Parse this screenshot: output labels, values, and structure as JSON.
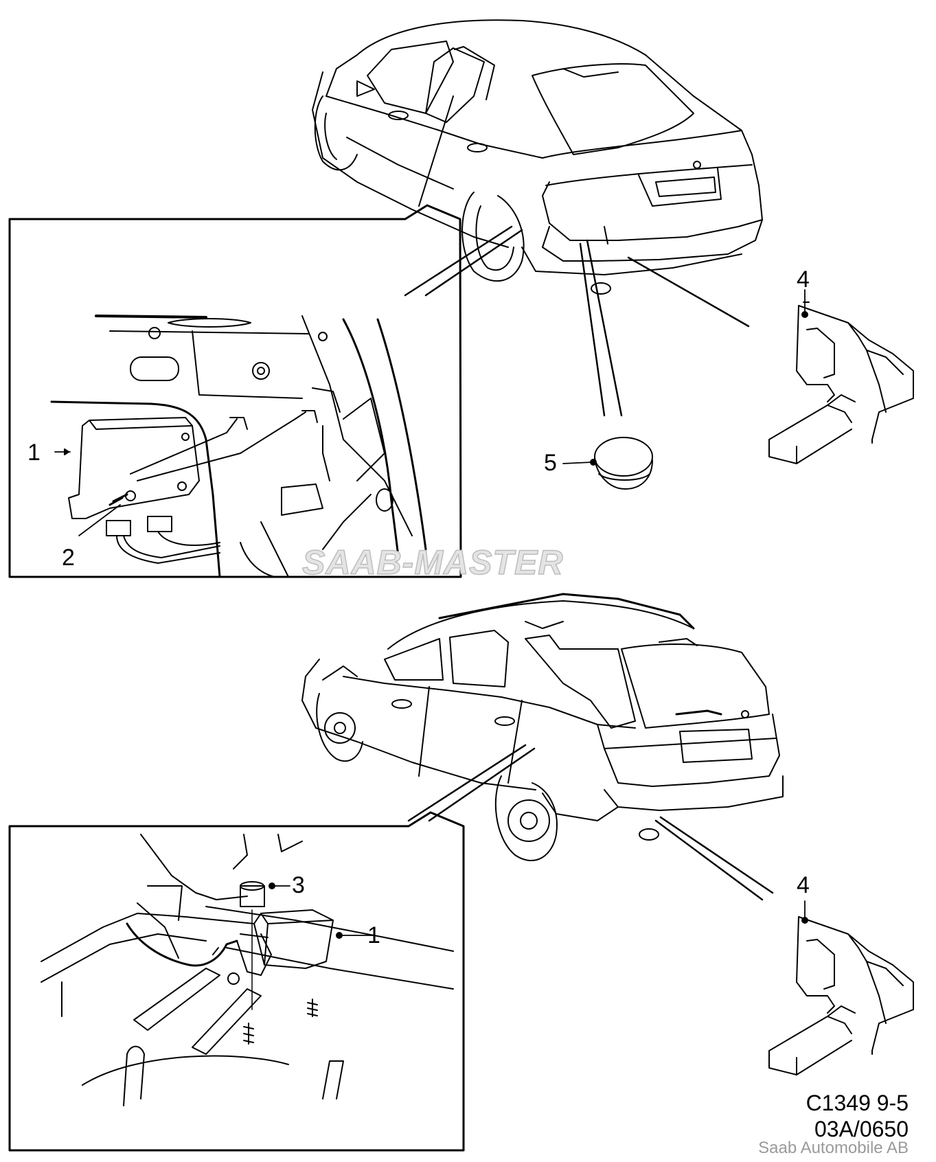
{
  "diagram": {
    "callouts": {
      "top_module": "1",
      "top_screw": "2",
      "bottom_clip": "3",
      "bottom_module": "1",
      "top_bracket": "4",
      "plug": "5",
      "bottom_bracket": "4"
    },
    "watermark": "SAAB-MASTER",
    "reference_code": "C1349 9-5",
    "reference_number": "03A/0650",
    "copyright": "Saab Automobile AB"
  }
}
